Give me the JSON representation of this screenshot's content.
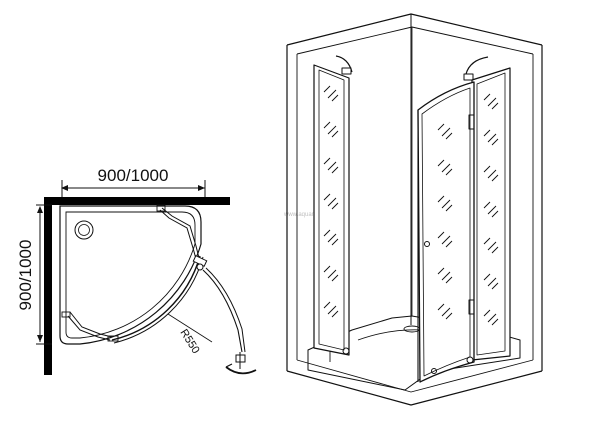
{
  "plan": {
    "width_label": "900/1000",
    "depth_label": "900/1000",
    "radius_label": "R550"
  },
  "watermark": "www.aquanet.ru",
  "colors": {
    "line": "#111111",
    "wall": "#000000",
    "glass_hatch": "#555555"
  }
}
